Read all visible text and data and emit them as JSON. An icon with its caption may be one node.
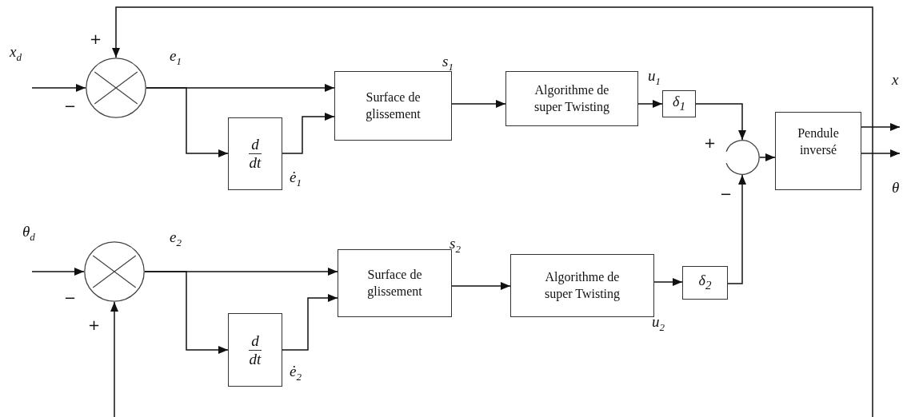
{
  "diagram": {
    "nodes": [
      {
        "text": [],
        "shape": "circle",
        "beside": [
          "+",
          "−"
        ]
      },
      {
        "text": [
          "Surface de glissement"
        ]
      },
      {
        "text": [
          "d",
          "dt"
        ]
      },
      {
        "text": [
          "Algorithme de super Twisting"
        ]
      },
      {
        "text": [
          "δ$_{1}$"
        ]
      },
      {
        "text": [],
        "shape": "circle",
        "beside": [
          "+",
          "−"
        ]
      },
      {
        "text": [
          "Pendule inversé"
        ]
      },
      {
        "text": [],
        "shape": "circle",
        "beside": [
          "−",
          "+"
        ]
      },
      {
        "text": [
          "Surface de glissement"
        ]
      },
      {
        "text": [
          "d",
          "dt"
        ]
      },
      {
        "text": [
          "Algorithme de super Twisting"
        ]
      },
      {
        "text": [
          "δ$_{2}$"
        ]
      }
    ],
    "edges": [
      {
        "from": null,
        "to": 0,
        "arrow": "to",
        "label": "x$_{d}$"
      },
      {
        "from": 0,
        "to": 1,
        "arrow": "to",
        "label": "e$_{1}$"
      },
      {
        "from": 0,
        "to": 2,
        "arrow": "to"
      },
      {
        "from": 2,
        "to": 1,
        "arrow": "to",
        "label": "ė$_{1}$"
      },
      {
        "from": 1,
        "to": 3,
        "arrow": "to",
        "label": "s$_{1}$"
      },
      {
        "from": 3,
        "to": 4,
        "arrow": "to",
        "label": "u$_{1}$"
      },
      {
        "from": 4,
        "to": 5,
        "arrow": "to"
      },
      {
        "from": 5,
        "to": 6,
        "arrow": "to"
      },
      {
        "from": 6,
        "to": null,
        "arrow": "to",
        "label": "x"
      },
      {
        "from": 6,
        "to": null,
        "arrow": "to",
        "label": "θ"
      },
      {
        "from": null,
        "to": 0,
        "arrow": "to"
      },
      {
        "from": null,
        "to": 7,
        "arrow": "to",
        "label": "θ$_{d}$"
      },
      {
        "from": 7,
        "to": 8,
        "arrow": "to",
        "label": "e$_{2}$"
      },
      {
        "from": 7,
        "to": 9,
        "arrow": "to"
      },
      {
        "from": 9,
        "to": 8,
        "arrow": "to",
        "label": "ė$_{2}$"
      },
      {
        "from": 8,
        "to": 10,
        "arrow": "to",
        "label": "s$_{2}$"
      },
      {
        "from": 10,
        "to": 11,
        "arrow": "to",
        "label": "u$_{2}$"
      },
      {
        "from": 11,
        "to": 5,
        "arrow": "to"
      },
      {
        "from": null,
        "to": 7,
        "arrow": "to"
      }
    ]
  }
}
